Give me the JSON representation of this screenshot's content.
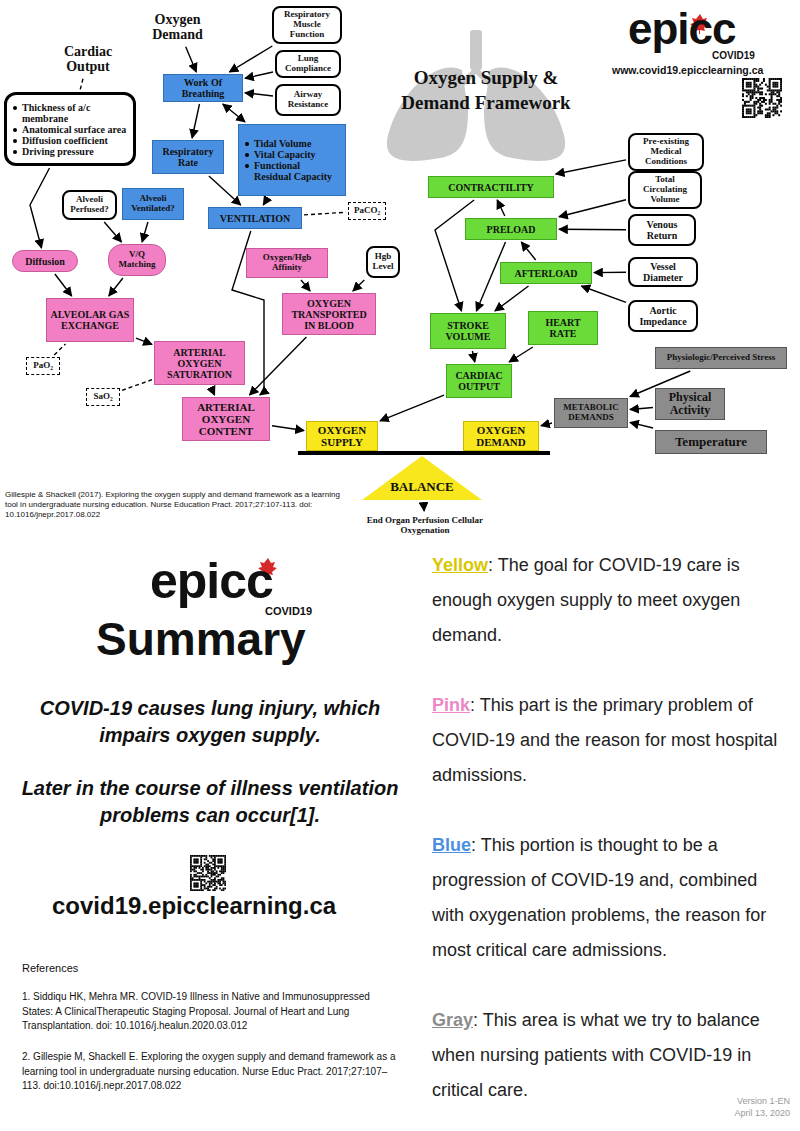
{
  "diagram": {
    "title": "Oxygen Supply & Demand Framework",
    "nodes": [
      {
        "text": [
          "Oxygen Demand"
        ]
      },
      {
        "text": [
          "Respiratory Muscle Function"
        ]
      },
      {
        "text": [
          "Lung Compliance"
        ]
      },
      {
        "text": [
          "Airway Resistance"
        ]
      },
      {
        "text": [
          "Cardiac Output"
        ]
      },
      {
        "text": [
          "Work Of Breathing"
        ]
      },
      {
        "text": [
          "Thickness of a/c membrane",
          "Anatomical surface area",
          "Diffusion coefficient",
          "Driving pressure"
        ]
      },
      {
        "text": [
          "Respiratory Rate"
        ]
      },
      {
        "text": [
          "Tidal Volume",
          "Vital Capacity",
          "Functional Residual Capacity"
        ]
      },
      {
        "text": [
          "Alveoli Perfused?"
        ]
      },
      {
        "text": [
          "Alveoli Ventilated?"
        ]
      },
      {
        "text": [
          "VENTILATION"
        ]
      },
      {
        "text": [
          "PaCO₂"
        ]
      },
      {
        "text": [
          "Diffusion"
        ]
      },
      {
        "text": [
          "V/Q Matching"
        ]
      },
      {
        "text": [
          "Oxygen/Hgb Affinity"
        ]
      },
      {
        "text": [
          "Hgb Level"
        ]
      },
      {
        "text": [
          "ALVEOLAR GAS EXCHANGE"
        ]
      },
      {
        "text": [
          "OXYGEN TRANSPORTED IN BLOOD"
        ]
      },
      {
        "text": [
          "PaO₂"
        ]
      },
      {
        "text": [
          "ARTERIAL OXYGEN SATURATION"
        ]
      },
      {
        "text": [
          "SaO₂"
        ]
      },
      {
        "text": [
          "ARTERIAL OXYGEN CONTENT"
        ]
      },
      {
        "text": [
          "OXYGEN SUPPLY"
        ]
      },
      {
        "text": [
          "Pre-existing Medical Conditions"
        ]
      },
      {
        "text": [
          "CONTRACTILITY"
        ]
      },
      {
        "text": [
          "Total Circulating Volume"
        ]
      },
      {
        "text": [
          "PRELOAD"
        ]
      },
      {
        "text": [
          "Venous Return"
        ]
      },
      {
        "text": [
          "AFTERLOAD"
        ]
      },
      {
        "text": [
          "Vessel Diameter"
        ]
      },
      {
        "text": [
          "Aortic Impedance"
        ]
      },
      {
        "text": [
          "STROKE VOLUME"
        ]
      },
      {
        "text": [
          "HEART RATE"
        ]
      },
      {
        "text": [
          "Physiologic/Perceived Stress"
        ]
      },
      {
        "text": [
          "CARDIAC OUTPUT"
        ]
      },
      {
        "text": [
          "METABOLIC DEMANDS"
        ]
      },
      {
        "text": [
          "Physical Activity"
        ]
      },
      {
        "text": [
          "OXYGEN DEMAND"
        ]
      },
      {
        "text": [
          "Temperature"
        ]
      },
      {
        "text": [
          "BALANCE"
        ]
      },
      {
        "text": [
          "End Organ Perfusion Cellular Oxygenation"
        ]
      }
    ],
    "edges": [
      {
        "from": 0,
        "to": 5,
        "arrow": "to"
      },
      {
        "from": 1,
        "to": 5,
        "arrow": "to"
      },
      {
        "from": 2,
        "to": 5,
        "arrow": "to"
      },
      {
        "from": 3,
        "to": 5,
        "arrow": "to"
      },
      {
        "from": 4,
        "to": 6,
        "arrow": "none"
      },
      {
        "from": 5,
        "to": 7,
        "arrow": "to"
      },
      {
        "from": 5,
        "to": 8,
        "arrow": "both"
      },
      {
        "from": 7,
        "to": 11,
        "arrow": "to"
      },
      {
        "from": 8,
        "to": 11,
        "arrow": "to"
      },
      {
        "from": 11,
        "to": 12,
        "arrow": "none"
      },
      {
        "from": 6,
        "to": 13,
        "arrow": "to"
      },
      {
        "from": 9,
        "to": 14,
        "arrow": "to"
      },
      {
        "from": 10,
        "to": 14,
        "arrow": "to"
      },
      {
        "from": 13,
        "to": 17,
        "arrow": "to"
      },
      {
        "from": 14,
        "to": 17,
        "arrow": "to"
      },
      {
        "from": 11,
        "to": 22,
        "arrow": "to"
      },
      {
        "from": 15,
        "to": 18,
        "arrow": "to"
      },
      {
        "from": 16,
        "to": 18,
        "arrow": "to"
      },
      {
        "from": 17,
        "to": 20,
        "arrow": "to"
      },
      {
        "from": 19,
        "to": 17,
        "arrow": "none"
      },
      {
        "from": 21,
        "to": 20,
        "arrow": "none"
      },
      {
        "from": 18,
        "to": 22,
        "arrow": "to"
      },
      {
        "from": 20,
        "to": 22,
        "arrow": "to"
      },
      {
        "from": 22,
        "to": 23,
        "arrow": "to"
      },
      {
        "from": 24,
        "to": 25,
        "arrow": "to"
      },
      {
        "from": 26,
        "to": 27,
        "arrow": "to"
      },
      {
        "from": 28,
        "to": 27,
        "arrow": "to"
      },
      {
        "from": 30,
        "to": 29,
        "arrow": "to"
      },
      {
        "from": 31,
        "to": 29,
        "arrow": "to"
      },
      {
        "from": 27,
        "to": 25,
        "arrow": "to"
      },
      {
        "from": 25,
        "to": 32,
        "arrow": "to"
      },
      {
        "from": 27,
        "to": 32,
        "arrow": "to"
      },
      {
        "from": 29,
        "to": 32,
        "arrow": "to"
      },
      {
        "from": 29,
        "to": 27,
        "arrow": "to"
      },
      {
        "from": 32,
        "to": 35,
        "arrow": "to"
      },
      {
        "from": 33,
        "to": 35,
        "arrow": "to"
      },
      {
        "from": 35,
        "to": 23,
        "arrow": "to"
      },
      {
        "from": 34,
        "to": 36,
        "arrow": "to"
      },
      {
        "from": 37,
        "to": 36,
        "arrow": "to"
      },
      {
        "from": 39,
        "to": 36,
        "arrow": "to"
      },
      {
        "from": 36,
        "to": 38,
        "arrow": "to"
      },
      {
        "from": 40,
        "to": 41,
        "arrow": "to"
      }
    ],
    "labels": [
      "epicc",
      "COVID19",
      "www.covid19.epicclearning.ca",
      "Gillespie & Shackell (2017). Exploring the oxygen supply and demand framework as a learning tool in undergraduate nursing education. Nurse Education Pract. 2017;27:107-113. doi: 10.1016/jnepr.2017.08.022",
      "epicc",
      "COVID19",
      "Summary",
      "COVID-19 causes lung injury, which impairs oxygen supply.",
      "Later in the course of illness ventilation problems can occur[1].",
      "covid19.epicclearning.ca",
      "References",
      "1. Siddiqu HK, Mehra MR. COVID-19 Illness in Native and Immunosuppressed States: A ClinicalTherapeutic Staging Proposal. Journal of Heart and Lung Transplantation. doi: 10.1016/j.healun.2020.03.012",
      "2. Gillespie M, Shackell E. Exploring the oxygen supply and demand framework as a learning tool in undergraduate nursing education. Nurse Educ Pract. 2017;27:107–113. doi:10.1016/j.nepr.2017.08.022",
      "Yellow",
      ": The goal for COVID-19 care is enough oxygen supply to meet oxygen demand.",
      "Pink",
      ": This part is the primary problem of COVID-19 and the reason for most hospital admissions.",
      "Blue",
      ": This portion is thought to be a progression of COVID-19 and, combined with oxygenation problems, the reason for most critical care admissions.",
      "Gray",
      ": This area is what we try to balance when nursing patients with COVID-19 in critical care.",
      "Version 1-EN",
      "April 13, 2020"
    ]
  }
}
